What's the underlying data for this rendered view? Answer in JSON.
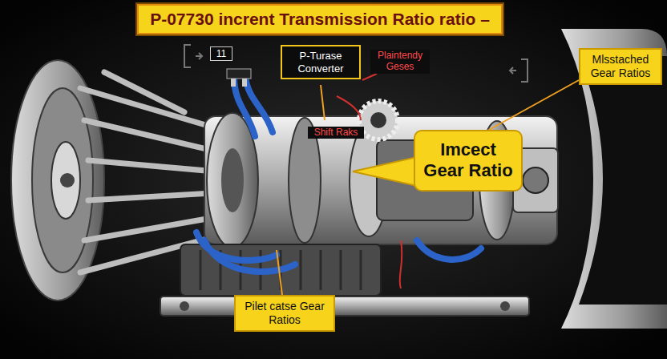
{
  "diagram": {
    "title": "P-07730 incrent Transmission Ratio ratio –",
    "nodes": [
      {
        "text": [
          "11"
        ]
      },
      {
        "text": [
          "P-Turase Converter"
        ]
      },
      {
        "text": [
          "Mlsstached Gear Ratios"
        ]
      },
      {
        "text": [
          "Imcect Gear Ratio"
        ]
      },
      {
        "text": [
          "Pilet catse Gear Ratios"
        ]
      }
    ],
    "labels": [
      "Plaintendy Geses",
      "Shift Raks"
    ]
  }
}
